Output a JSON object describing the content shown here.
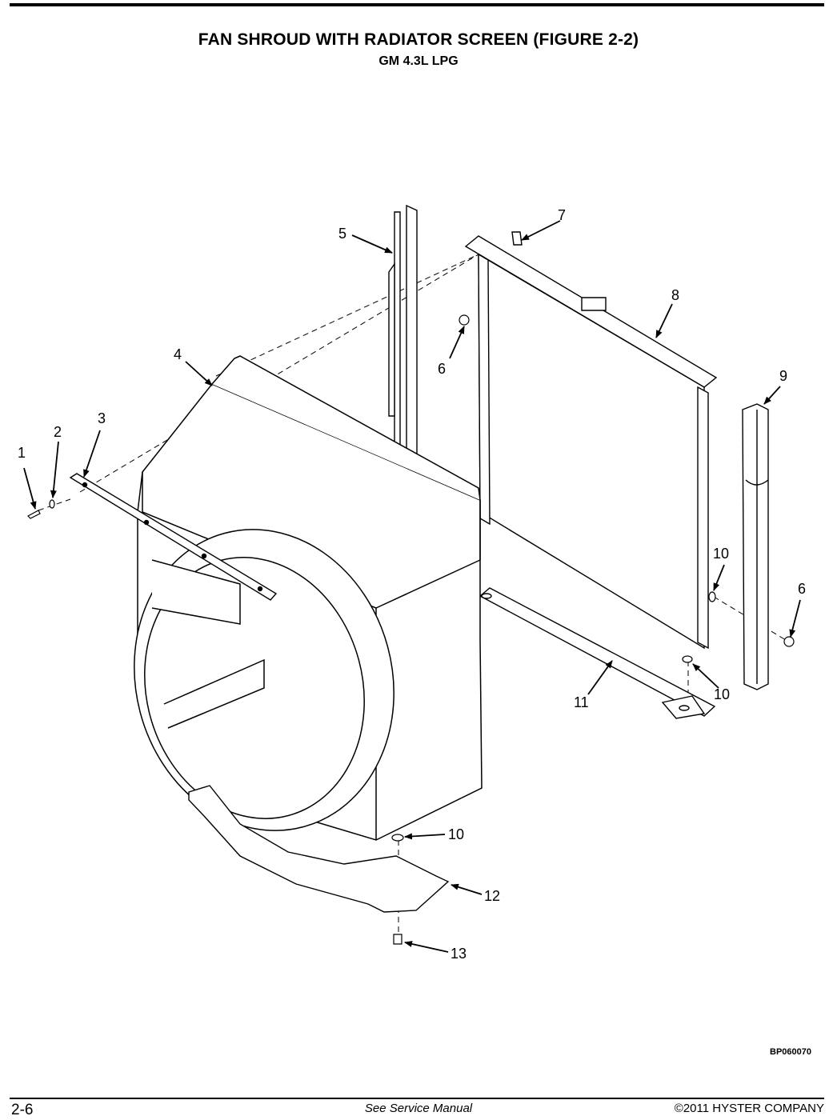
{
  "header": {
    "title": "FAN SHROUD WITH RADIATOR SCREEN (FIGURE 2-2)",
    "subtitle": "GM 4.3L LPG"
  },
  "diagram": {
    "callouts": [
      "1",
      "2",
      "3",
      "4",
      "5",
      "6",
      "7",
      "8",
      "9",
      "10",
      "11",
      "12",
      "13"
    ],
    "callout_6_second": "6",
    "callout_10_second": "10",
    "callout_10_third": "10",
    "drawing_id": "BP060070"
  },
  "footer": {
    "page_number": "2-6",
    "note": "See Service Manual",
    "copyright": "©2011 HYSTER COMPANY"
  }
}
